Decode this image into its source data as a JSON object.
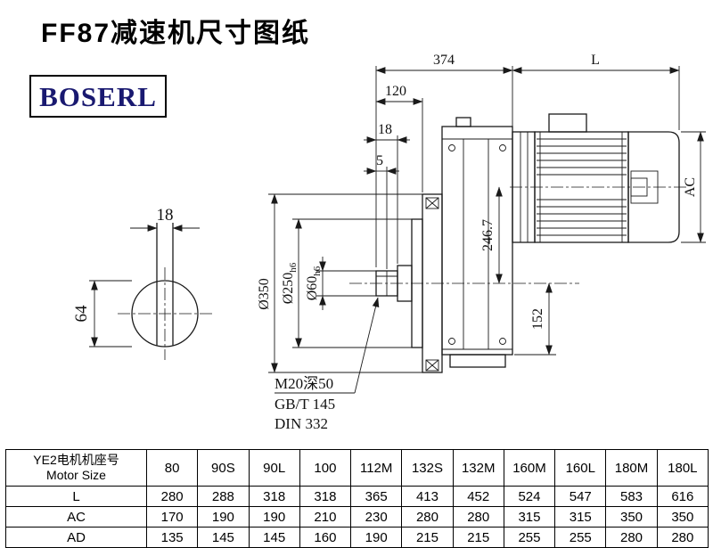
{
  "title": "FF87减速机尺寸图纸",
  "logo": {
    "text": "BOSERL",
    "color": "#191970"
  },
  "drawing": {
    "dims": {
      "total_length": "374",
      "motor_length": "L",
      "d120": "120",
      "d18": "18",
      "d5": "5",
      "axis_height": "246.7",
      "motor_diameter": "AC",
      "d152": "152",
      "flange_od": "Ø350",
      "spigot": {
        "main": "Ø250",
        "fit": "h6"
      },
      "shaft": {
        "main": "Ø60",
        "fit": "h6"
      },
      "key_width": "18",
      "shaft_height": "64"
    },
    "notes": {
      "thread": "M20深50",
      "standard1": "GB/T 145",
      "standard2": "DIN 332"
    }
  },
  "table": {
    "header": {
      "cn": "YE2电机机座号",
      "en": "Motor Size"
    },
    "columns": [
      "80",
      "90S",
      "90L",
      "100",
      "112M",
      "132S",
      "132M",
      "160M",
      "160L",
      "180M",
      "180L"
    ],
    "rows": [
      {
        "label": "L",
        "values": [
          "280",
          "288",
          "318",
          "318",
          "365",
          "413",
          "452",
          "524",
          "547",
          "583",
          "616"
        ]
      },
      {
        "label": "AC",
        "values": [
          "170",
          "190",
          "190",
          "210",
          "230",
          "280",
          "280",
          "315",
          "315",
          "350",
          "350"
        ]
      },
      {
        "label": "AD",
        "values": [
          "135",
          "145",
          "145",
          "160",
          "190",
          "215",
          "215",
          "255",
          "255",
          "280",
          "280"
        ]
      }
    ]
  }
}
